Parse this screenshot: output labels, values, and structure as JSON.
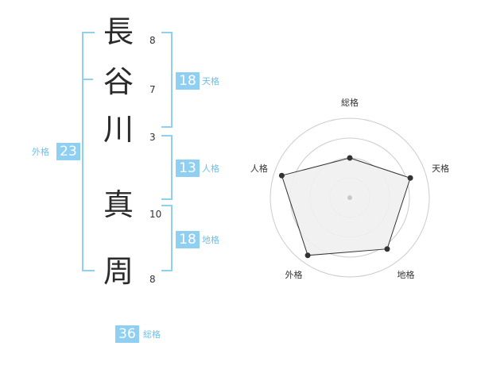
{
  "name_chars": [
    {
      "char": "長",
      "strokes": "8"
    },
    {
      "char": "谷",
      "strokes": "7"
    },
    {
      "char": "川",
      "strokes": "3"
    },
    {
      "char": "真",
      "strokes": "10"
    },
    {
      "char": "周",
      "strokes": "8"
    }
  ],
  "kaku": {
    "tenkaku": {
      "value": "18",
      "label": "天格"
    },
    "jinkaku": {
      "value": "13",
      "label": "人格"
    },
    "chikaku": {
      "value": "18",
      "label": "地格"
    },
    "gaikaku": {
      "value": "23",
      "label": "外格"
    },
    "soukaku": {
      "value": "36",
      "label": "総格"
    }
  },
  "chart_data": {
    "type": "radar",
    "axes": [
      "総格",
      "天格",
      "地格",
      "外格",
      "人格"
    ],
    "values": [
      0.5,
      0.8,
      0.8,
      0.9,
      0.9
    ],
    "rings": 4,
    "colors": {
      "fill": "#efefef",
      "ring": "#cccccc",
      "line": "#333333",
      "point": "#333333",
      "center": "#c8c8c8"
    }
  }
}
